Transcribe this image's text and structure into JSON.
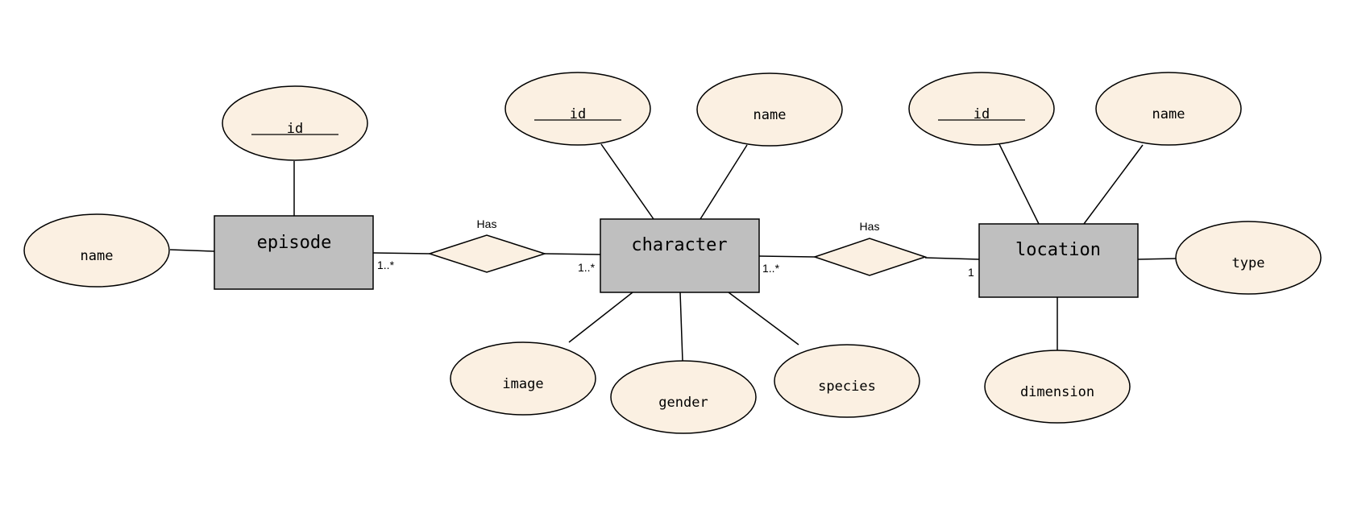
{
  "diagram": {
    "entities": {
      "episode": "episode",
      "character": "character",
      "location": "location"
    },
    "attributes": {
      "episode_id": "id",
      "episode_name": "name",
      "character_id": "id",
      "character_name": "name",
      "character_image": "image",
      "character_gender": "gender",
      "character_species": "species",
      "location_id": "id",
      "location_name": "name",
      "location_type": "type",
      "location_dimension": "dimension"
    },
    "relationships": {
      "episode_character": "Has",
      "character_location": "Has"
    },
    "cardinalities": {
      "episode_side": "1..*",
      "character_left_side": "1..*",
      "character_right_side": "1..*",
      "location_side": "1"
    },
    "colors": {
      "entity_fill": "#bfbfbf",
      "attribute_fill": "#fbf0e2",
      "relationship_fill": "#fbf0e2",
      "stroke": "#000000"
    }
  }
}
